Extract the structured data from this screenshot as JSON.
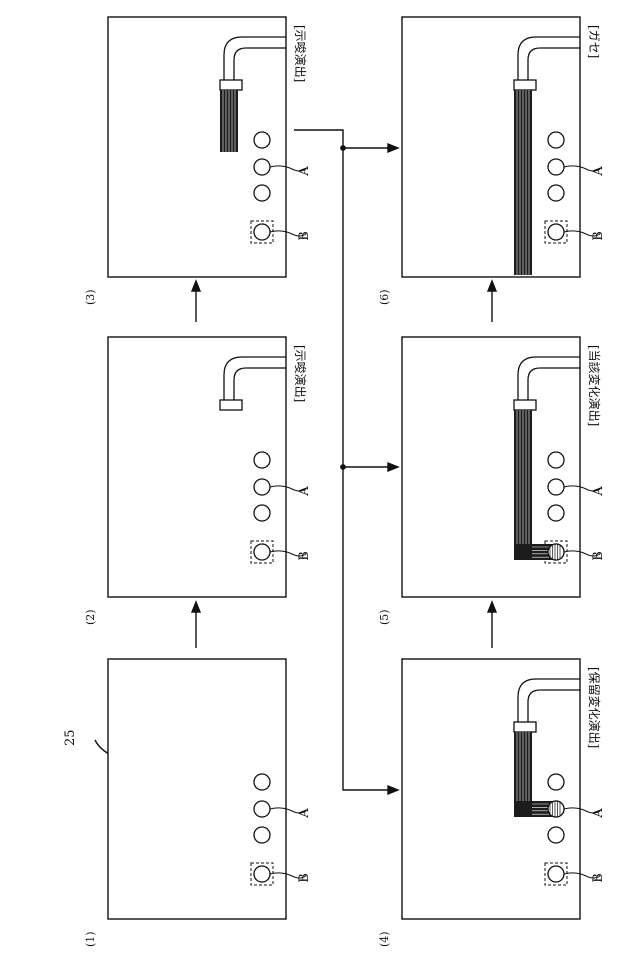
{
  "reference_numeral": "25",
  "colors": {
    "ink": "#111111",
    "paper": "#ffffff",
    "fill_dark": "#1c1c1c"
  },
  "panels": [
    {
      "id": "1",
      "label": "(1)",
      "caption": "",
      "A": "A",
      "B": "B",
      "state": "initial"
    },
    {
      "id": "2",
      "label": "(2)",
      "caption": "[示唆演出]",
      "A": "A",
      "B": "B",
      "state": "movable-parked"
    },
    {
      "id": "3",
      "label": "(3)",
      "caption": "[示唆演出]",
      "A": "A",
      "B": "B",
      "state": "short-lines"
    },
    {
      "id": "4",
      "label": "(4)",
      "caption": "[保留変化演出]",
      "A": "A",
      "B": "B",
      "state": "lines-to-A"
    },
    {
      "id": "5",
      "label": "(5)",
      "caption": "[当該変化演出]",
      "A": "A",
      "B": "B",
      "state": "lines-to-B"
    },
    {
      "id": "6",
      "label": "(6)",
      "caption": "[ガセ]",
      "A": "A",
      "B": "B",
      "state": "long-lines"
    }
  ]
}
